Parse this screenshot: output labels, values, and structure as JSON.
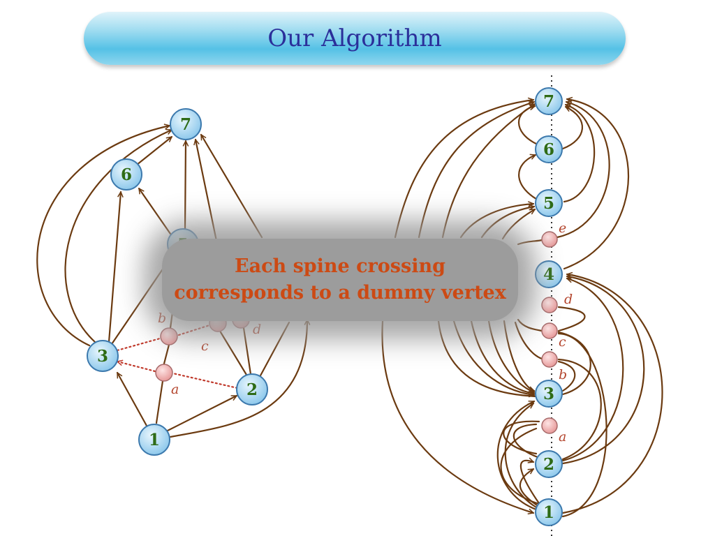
{
  "title": "Our Algorithm",
  "callout": {
    "line1": "Each spine crossing",
    "line2": "corresponds to a dummy vertex"
  },
  "left_graph": {
    "vertices": [
      "1",
      "2",
      "3",
      "5",
      "6",
      "7"
    ],
    "dummy_vertices": [
      "a",
      "b",
      "c",
      "d"
    ]
  },
  "right_graph": {
    "spine_vertices": [
      "7",
      "6",
      "5",
      "4",
      "3",
      "2",
      "1"
    ],
    "dummy_vertices": [
      "e",
      "d",
      "c",
      "b",
      "a"
    ]
  },
  "colors": {
    "edge": "#6b3a10",
    "vertex_fill": "#a9d8f2",
    "vertex_stroke": "#3c79ad",
    "vertex_label": "#2e6b16",
    "dummy_fill": "#f2b5b5",
    "dummy_label": "#b3442c",
    "dotted_edge": "#c0392b"
  }
}
